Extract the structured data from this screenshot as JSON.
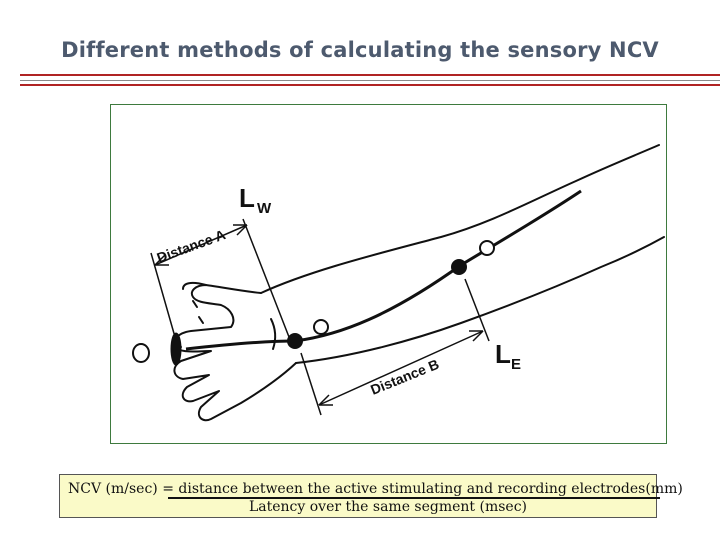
{
  "title": "Different methods of calculating the sensory NCV",
  "colors": {
    "title_text": "#4d5a6e",
    "rule_red": "#b02424",
    "rule_gray": "#8a8a8a",
    "frame_border": "#3e7a3e",
    "formula_background": "#fafac8"
  },
  "figure": {
    "label_wrist": "L",
    "label_wrist_sub": "W",
    "label_elbow": "L",
    "label_elbow_sub": "E",
    "distance_a": "Distance A",
    "distance_b": "Distance B"
  },
  "formula": {
    "numerator": "NCV (m/sec) = distance between the active stimulating and recording electrodes(mm)",
    "denominator": "Latency over the same segment (msec)"
  }
}
